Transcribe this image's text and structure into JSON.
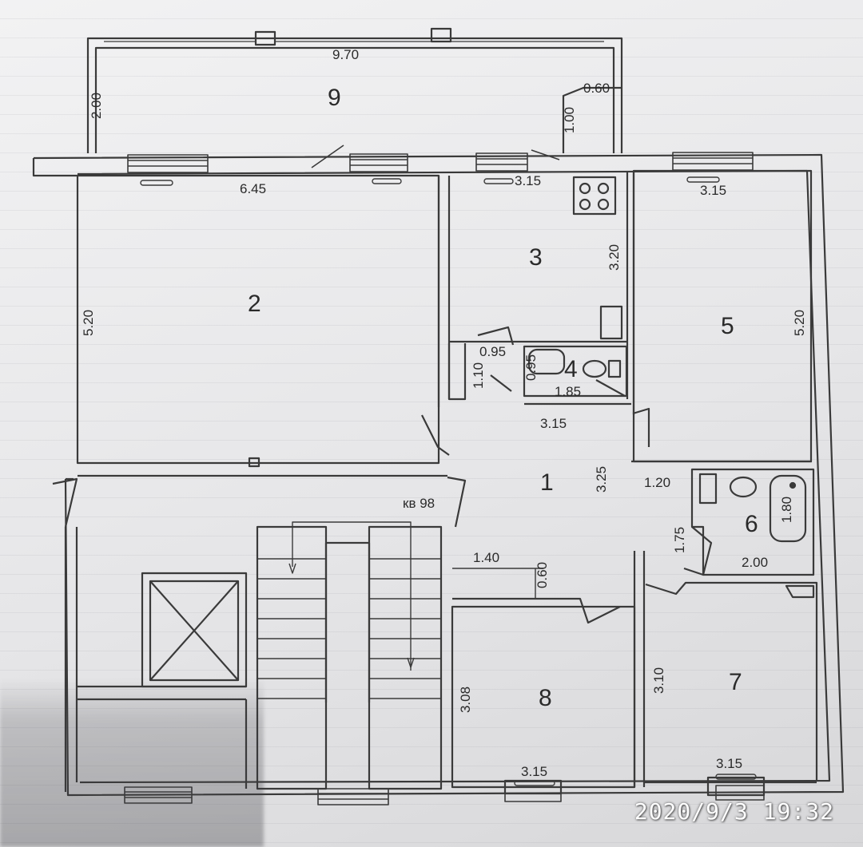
{
  "rooms": [
    {
      "id": "1",
      "label": "1"
    },
    {
      "id": "2",
      "label": "2"
    },
    {
      "id": "3",
      "label": "3"
    },
    {
      "id": "4",
      "label": "4"
    },
    {
      "id": "5",
      "label": "5"
    },
    {
      "id": "6",
      "label": "6"
    },
    {
      "id": "7",
      "label": "7"
    },
    {
      "id": "8",
      "label": "8"
    },
    {
      "id": "9",
      "label": "9"
    }
  ],
  "dimensions": {
    "balcony_width": "9.70",
    "balcony_depth": "2.00",
    "balcony_notch_w": "0.60",
    "balcony_notch_h": "1.00",
    "room2_width": "6.45",
    "room2_depth": "5.20",
    "room3_width": "3.15",
    "room3_depth": "3.20",
    "room5_width": "3.15",
    "room5_depth": "5.20",
    "closet_w": "0.95",
    "closet_h": "1.10",
    "room4_small": "0.95",
    "room4_width": "1.85",
    "hall_width": "3.15",
    "hall_depth": "3.25",
    "room6_entry": "1.20",
    "room6_side": "1.75",
    "room6_width": "2.00",
    "bath_length": "1.80",
    "corridor_len": "1.40",
    "corridor_w": "0.60",
    "room8_depth": "3.08",
    "room8_width": "3.15",
    "room7_depth": "3.10",
    "room7_width": "3.15"
  },
  "apartment_label": "кв 98",
  "photo_timestamp": {
    "date": "2020/9/3",
    "time": "19:32"
  },
  "colors": {
    "line": "#3a3a3a",
    "paper": "#efefef",
    "timestamp": "#ffffff"
  }
}
